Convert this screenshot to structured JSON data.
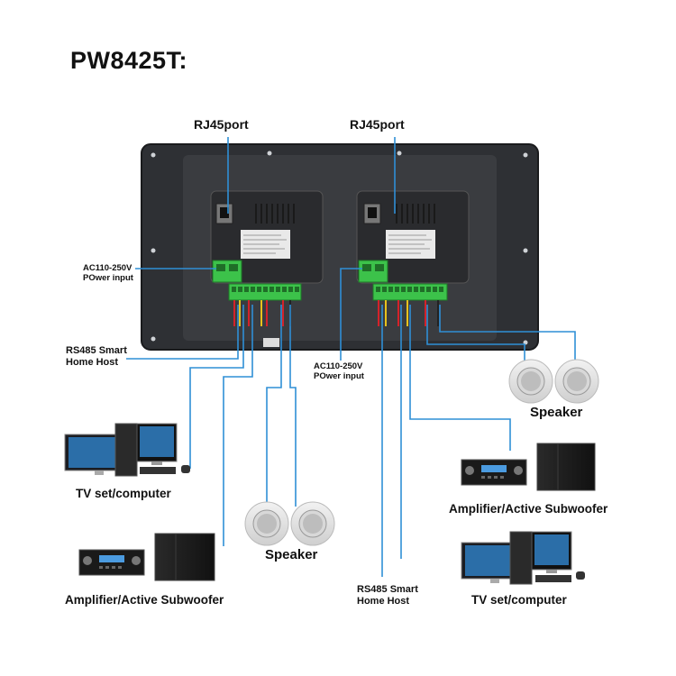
{
  "title": "PW8425T:",
  "panel": {
    "left_port_label": "RJ45port",
    "right_port_label": "RJ45port",
    "left_power_label": "AC110-250V\nPOwer input",
    "right_power_label": "AC110-250V\nPOwer input"
  },
  "left_side": {
    "rs485_label": "RS485 Smart\nHome Host",
    "computer_label": "TV set/computer",
    "speaker_label": "Speaker",
    "amplifier_label": "Amplifier/Active Subwoofer"
  },
  "right_side": {
    "speaker_label": "Speaker",
    "amplifier_label": "Amplifier/Active Subwoofer",
    "rs485_label": "RS485 Smart\nHome Host",
    "computer_label": "TV set/computer"
  },
  "colors": {
    "wire": "#2f8fd6",
    "panel": "#2a2c30",
    "terminal": "#3cc24a",
    "wire_red": "#d4222a",
    "wire_yellow": "#e8c21c"
  }
}
